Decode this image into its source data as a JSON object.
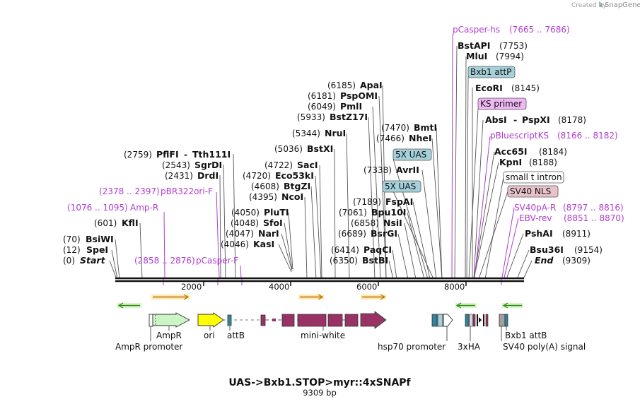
{
  "credit": {
    "prefix": "Created by",
    "brand": "SnapGene"
  },
  "map": {
    "title": "UAS->Bxb1.STOP>myr::4xSNAPf",
    "length_label": "9309 bp",
    "ruler_ticks": [
      "2000",
      "4000",
      "6000",
      "8000"
    ]
  },
  "sites": [
    {
      "name": "Start",
      "pos": "(0)"
    },
    {
      "name": "SpeI",
      "pos": "(12)"
    },
    {
      "name": "BsiWI",
      "pos": "(70)"
    },
    {
      "name": "KflI",
      "pos": "(601)"
    },
    {
      "name": "DrdI",
      "pos": "(2431)"
    },
    {
      "name": "SgrDI",
      "pos": "(2543)"
    },
    {
      "name": "PflFI",
      "name2": "Tth111I",
      "pos": "(2759)"
    },
    {
      "name": "KasI",
      "pos": "(4046)"
    },
    {
      "name": "NarI",
      "pos": "(4047)"
    },
    {
      "name": "SfoI",
      "pos": "(4048)"
    },
    {
      "name": "PluTI",
      "pos": "(4050)"
    },
    {
      "name": "NcoI",
      "pos": "(4395)"
    },
    {
      "name": "BtgZI",
      "pos": "(4608)"
    },
    {
      "name": "Eco53kI",
      "pos": "(4720)"
    },
    {
      "name": "SacI",
      "pos": "(4722)"
    },
    {
      "name": "BstXI",
      "pos": "(5036)"
    },
    {
      "name": "NruI",
      "pos": "(5344)"
    },
    {
      "name": "BstZ17I",
      "pos": "(5933)"
    },
    {
      "name": "PmlI",
      "pos": "(6049)"
    },
    {
      "name": "PspOMI",
      "pos": "(6181)"
    },
    {
      "name": "ApaI",
      "pos": "(6185)"
    },
    {
      "name": "BstBI",
      "pos": "(6350)"
    },
    {
      "name": "PaqCI",
      "pos": "(6414)"
    },
    {
      "name": "BsrGI",
      "pos": "(6689)"
    },
    {
      "name": "NsiI",
      "pos": "(6858)"
    },
    {
      "name": "Bpu10I",
      "pos": "(7061)"
    },
    {
      "name": "FspAI",
      "pos": "(7189)"
    },
    {
      "name": "AvrII",
      "pos": "(7338)"
    },
    {
      "name": "NheI",
      "pos": "(7466)"
    },
    {
      "name": "BmtI",
      "pos": "(7470)"
    },
    {
      "name": "BstAPI",
      "pos": "(7753)"
    },
    {
      "name": "MluI",
      "pos": "(7994)"
    },
    {
      "name": "EcoRI",
      "pos": "(8145)"
    },
    {
      "name": "AbsI",
      "name2": "PspXI",
      "pos": "(8178)"
    },
    {
      "name": "Acc65I",
      "pos": "(8184)"
    },
    {
      "name": "KpnI",
      "pos": "(8188)"
    },
    {
      "name": "PshAI",
      "pos": "(8911)"
    },
    {
      "name": "Bsu36I",
      "pos": "(9154)"
    },
    {
      "name": "End",
      "pos": "(9309)"
    }
  ],
  "primers": [
    {
      "name": "pCasper-hs",
      "range": "(7665 .. 7686)"
    },
    {
      "name": "pBluescriptKS",
      "range": "(8166 .. 8182)"
    },
    {
      "name": "SV40pA-R",
      "range": "(8797 .. 8816)"
    },
    {
      "name": "EBV-rev",
      "range": "(8851 .. 8870)"
    },
    {
      "name": "pBR322ori-F",
      "range": "(2378 .. 2397)"
    },
    {
      "name": "Amp-R",
      "range": "(1076 .. 1095)"
    },
    {
      "name": "pCasper-F",
      "range": "(2858 .. 2876)"
    }
  ],
  "boxed_features": [
    {
      "label": "5X UAS"
    },
    {
      "label": "5X UAS"
    },
    {
      "label": "Bxb1 attP"
    },
    {
      "label": "KS primer"
    },
    {
      "label": "small t intron"
    },
    {
      "label": "SV40 NLS"
    }
  ],
  "feature_labels": {
    "ampr": "AmpR",
    "ampr_promoter": "AmpR promoter",
    "ori": "ori",
    "attb": "attB",
    "mini_white": "mini-white",
    "hsp70_promoter": "hsp70 promoter",
    "three_xha": "3xHA",
    "bxb1_attb": "Bxb1 attB",
    "sv40_polya": "SV40 poly(A) signal"
  },
  "colors": {
    "primer": "#b03cd0",
    "ampr": "#ccf5c4",
    "ori": "#ffff00",
    "mini_white": "#993366",
    "uas": "#a6d1da",
    "hsp70": "#31849b",
    "orange_arrow": "#f5a623",
    "green_arrow": "#5cc23c"
  }
}
